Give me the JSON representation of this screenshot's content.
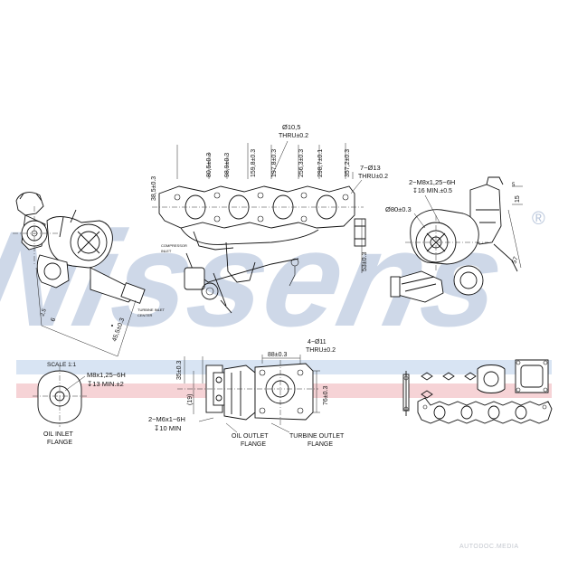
{
  "brand": {
    "name": "Nissens",
    "registered_mark": "®",
    "color": "#c9d4e6",
    "band_blue": "#d8e4f3",
    "band_red": "#f6d3d6"
  },
  "footer": {
    "watermark": "AUTODOC.MEDIA"
  },
  "annotations": {
    "d_38_5": "38,5±0.3",
    "d_80_5": "80,5±0.3",
    "d_98_9": "98,9±0.3",
    "d_159_8": "159,8±0.3",
    "d_197_8": "197,8±0.3",
    "d_256_3": "256,3±0.3",
    "d_298_7": "298,7±0.1",
    "d_357_2": "357,2±0.3",
    "bolt_top_1": "Ø10,5",
    "bolt_top_2": "THRU±0.2",
    "holes_right_1": "7−Ø13",
    "holes_right_2": "THRU±0.2",
    "d_53": "53±0.3",
    "thread_right_1": "2−M8x1,25−6H",
    "thread_right_2": "↧16 MIN.±0.5",
    "dia_80": "Ø80±0.3",
    "d_15": "15",
    "d_57": "57",
    "d_2_5": "2,5",
    "d_5": "5",
    "d_45_5": "45,5±0.3",
    "d_6": "6",
    "scale": "SCALE 1:1",
    "thread_oil_1": "M8x1,25−6H",
    "thread_oil_2": "↧13 MIN.±2",
    "oil_inlet": [
      "OIL INLET",
      "FLANGE"
    ],
    "d_35": "35±0.3",
    "d_19": "(19)",
    "d_88": "88±0.3",
    "holes_turbine_1": "4−Ø11",
    "holes_turbine_2": "THRU±0.2",
    "d_76": "76±0.3",
    "thread_m6_1": "2−M6x1−6H",
    "thread_m6_2": "↧10 MIN",
    "oil_outlet": [
      "OIL OUTLET",
      "FLANGE"
    ],
    "turbine_outlet": [
      "TURBINE OUTLET",
      "FLANGE"
    ],
    "small_note_1": "COMPRESSOR",
    "small_note_2": "INLET",
    "small_note_3": "TURBINE INLET",
    "small_note_4": "CENTER"
  }
}
